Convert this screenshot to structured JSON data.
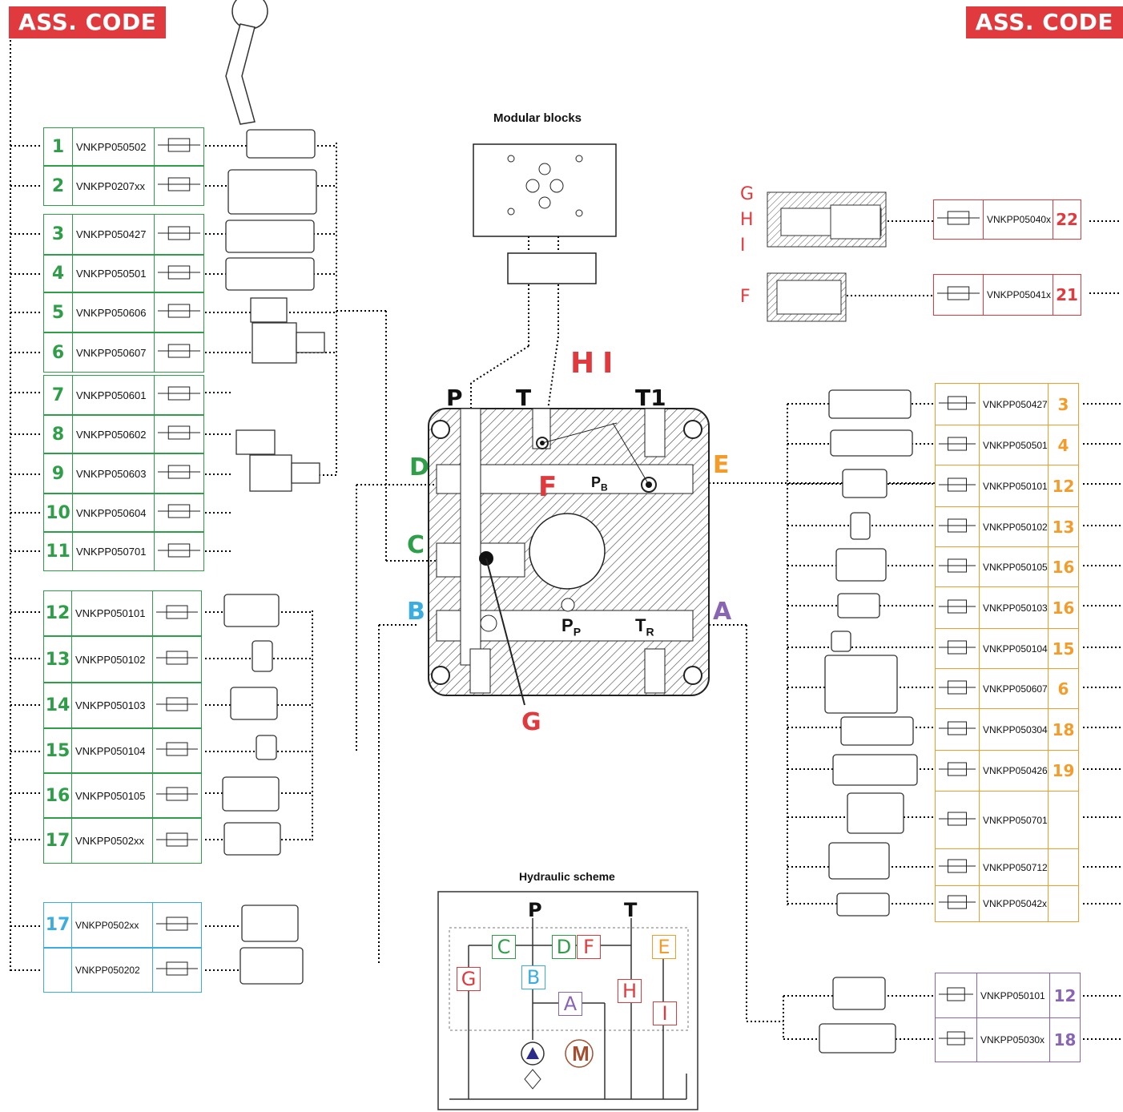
{
  "header": {
    "left_banner": "ASS. CODE",
    "right_banner": "ASS. CODE"
  },
  "colors": {
    "green": "#2e9e48",
    "cyan": "#3aaee0",
    "orange": "#f39c2a",
    "purple": "#8a64b4",
    "red": "#e03a3e"
  },
  "left_green_1": [
    {
      "num": "1",
      "code": "VNKPP050502"
    },
    {
      "num": "2",
      "code": "VNKPP0207xx"
    },
    {
      "num": "3",
      "code": "VNKPP050427"
    },
    {
      "num": "4",
      "code": "VNKPP050501"
    },
    {
      "num": "5",
      "code": "VNKPP050606"
    },
    {
      "num": "6",
      "code": "VNKPP050607"
    },
    {
      "num": "7",
      "code": "VNKPP050601"
    },
    {
      "num": "8",
      "code": "VNKPP050602"
    },
    {
      "num": "9",
      "code": "VNKPP050603"
    },
    {
      "num": "10",
      "code": "VNKPP050604"
    },
    {
      "num": "11",
      "code": "VNKPP050701"
    }
  ],
  "left_green_2": [
    {
      "num": "12",
      "code": "VNKPP050101"
    },
    {
      "num": "13",
      "code": "VNKPP050102"
    },
    {
      "num": "14",
      "code": "VNKPP050103"
    },
    {
      "num": "15",
      "code": "VNKPP050104"
    },
    {
      "num": "16",
      "code": "VNKPP050105"
    },
    {
      "num": "17",
      "code": "VNKPP0502xx"
    }
  ],
  "left_cyan": [
    {
      "num": "17",
      "code": "VNKPP0502xx"
    },
    {
      "num": "",
      "code": "VNKPP050202"
    }
  ],
  "right_red": [
    {
      "num": "22",
      "code": "VNKPP05040x"
    },
    {
      "num": "21",
      "code": "VNKPP05041x"
    }
  ],
  "right_orange": [
    {
      "num": "3",
      "code": "VNKPP050427"
    },
    {
      "num": "4",
      "code": "VNKPP050501"
    },
    {
      "num": "12",
      "code": "VNKPP050101"
    },
    {
      "num": "13",
      "code": "VNKPP050102"
    },
    {
      "num": "16",
      "code": "VNKPP050105"
    },
    {
      "num": "16",
      "code": "VNKPP050103"
    },
    {
      "num": "15",
      "code": "VNKPP050104"
    },
    {
      "num": "6",
      "code": "VNKPP050607"
    },
    {
      "num": "18",
      "code": "VNKPP050304"
    },
    {
      "num": "19",
      "code": "VNKPP050426"
    },
    {
      "num": "",
      "code": "VNKPP050701"
    },
    {
      "num": "",
      "code": "VNKPP050712"
    },
    {
      "num": "",
      "code": "VNKPP05042x"
    }
  ],
  "right_purple": [
    {
      "num": "12",
      "code": "VNKPP050101"
    },
    {
      "num": "18",
      "code": "VNKPP05030x"
    }
  ],
  "modular": {
    "title": "Modular blocks"
  },
  "block": {
    "ports_top": [
      "P",
      "T",
      "T1"
    ],
    "H": "H",
    "I": "I",
    "D": "D",
    "E": "E",
    "F": "F",
    "C": "C",
    "B": "B",
    "A": "A",
    "G": "G",
    "PB": "P",
    "PB_sub": "B",
    "PP": "P",
    "PP_sub": "P",
    "TR": "T",
    "TR_sub": "R"
  },
  "ghi_labels": [
    "G",
    "H",
    "I"
  ],
  "f_label": "F",
  "scheme": {
    "title": "Hydraulic scheme",
    "P": "P",
    "T": "T",
    "boxes": {
      "C": "C",
      "D": "D",
      "F": "F",
      "E": "E",
      "G": "G",
      "B": "B",
      "A": "A",
      "H": "H",
      "I": "I",
      "M": "M"
    }
  }
}
